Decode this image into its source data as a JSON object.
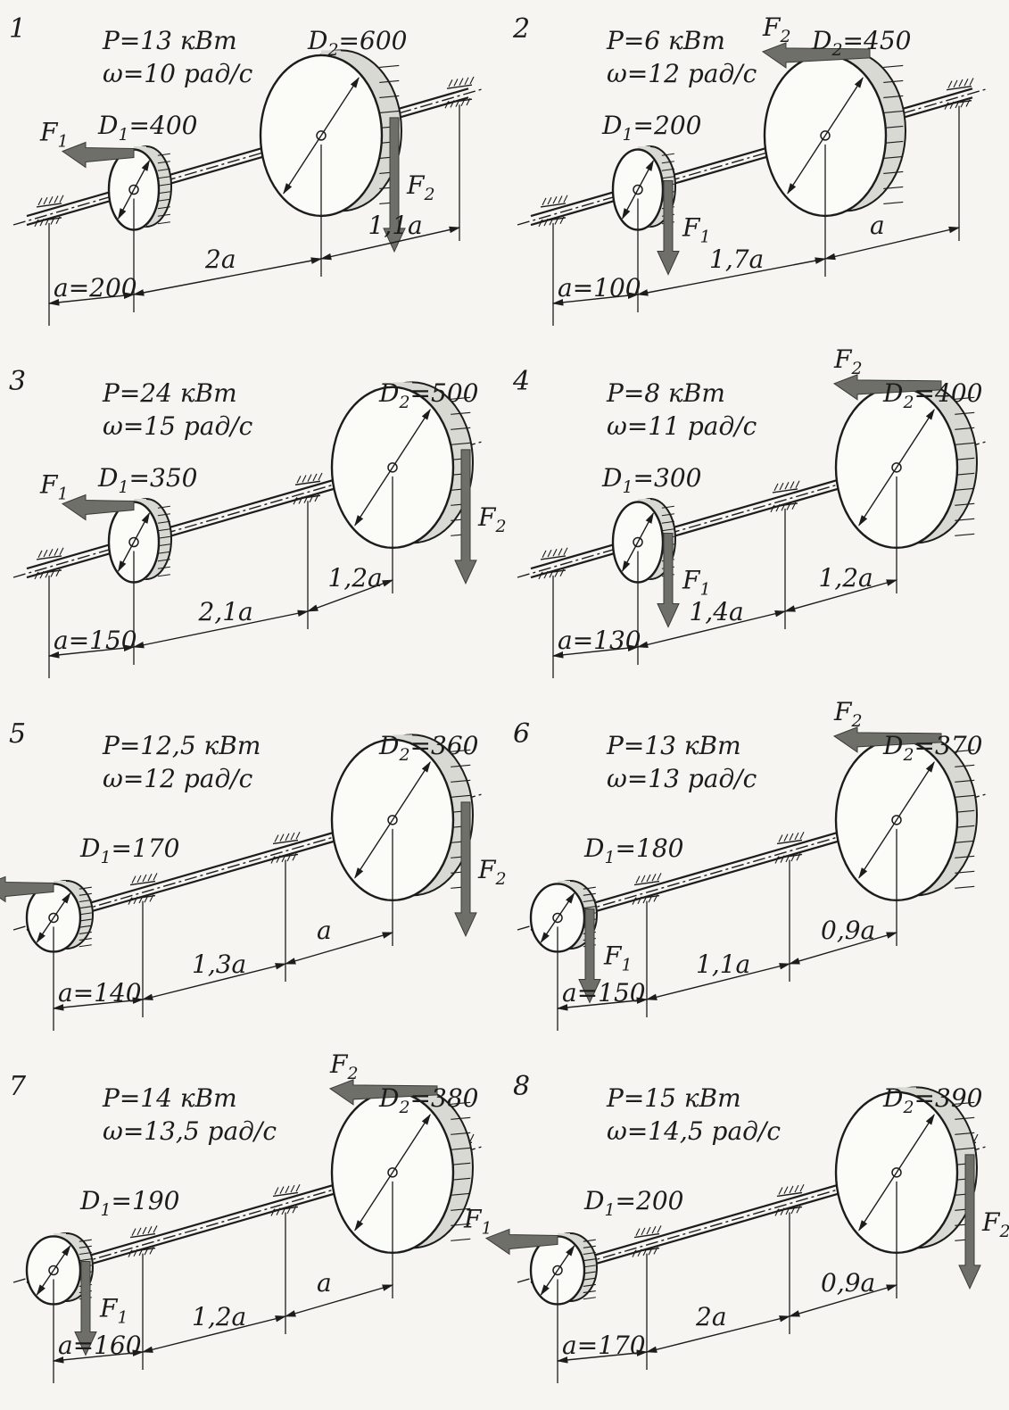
{
  "variants": [
    {
      "number": "1",
      "P": "P=13 кВт",
      "w": "ω=10 рад/с",
      "D1": "D",
      "D1sub": "1",
      "D1val": "=400",
      "D2": "D",
      "D2sub": "2",
      "D2val": "=600",
      "d1": "a=200",
      "d2": "2a",
      "d3": "1,1a"
    },
    {
      "number": "2",
      "P": "P=6 кВт",
      "w": "ω=12 рад/с",
      "D1": "D",
      "D1sub": "1",
      "D1val": "=200",
      "D2": "D",
      "D2sub": "2",
      "D2val": "=450",
      "d1": "a=100",
      "d2": "1,7a",
      "d3": "a"
    },
    {
      "number": "3",
      "P": "P=24 кВт",
      "w": "ω=15 рад/с",
      "D1": "D",
      "D1sub": "1",
      "D1val": "=350",
      "D2": "D",
      "D2sub": "2",
      "D2val": "=500",
      "d1": "a=150",
      "d2": "2,1a",
      "d3": "1,2a"
    },
    {
      "number": "4",
      "P": "P=8 кВт",
      "w": "ω=11 рад/с",
      "D1": "D",
      "D1sub": "1",
      "D1val": "=300",
      "D2": "D",
      "D2sub": "2",
      "D2val": "=400",
      "d1": "a=130",
      "d2": "1,4a",
      "d3": "1,2a"
    },
    {
      "number": "5",
      "P": "P=12,5 кВт",
      "w": "ω=12 рад/с",
      "D1": "D",
      "D1sub": "1",
      "D1val": "=170",
      "D2": "D",
      "D2sub": "2",
      "D2val": "=360",
      "d1": "a=140",
      "d2": "1,3a",
      "d3": "a"
    },
    {
      "number": "6",
      "P": "P=13 кВт",
      "w": "ω=13 рад/с",
      "D1": "D",
      "D1sub": "1",
      "D1val": "=180",
      "D2": "D",
      "D2sub": "2",
      "D2val": "=370",
      "d1": "a=150",
      "d2": "1,1a",
      "d3": "0,9a"
    },
    {
      "number": "7",
      "P": "P=14 кВт",
      "w": "ω=13,5 рад/с",
      "D1": "D",
      "D1sub": "1",
      "D1val": "=190",
      "D2": "D",
      "D2sub": "2",
      "D2val": "=380",
      "d1": "a=160",
      "d2": "1,2a",
      "d3": "a"
    },
    {
      "number": "8",
      "P": "P=15 кВт",
      "w": "ω=14,5 рад/с",
      "D1": "D",
      "D1sub": "1",
      "D1val": "=200",
      "D2": "D",
      "D2sub": "2",
      "D2val": "=390",
      "d1": "a=170",
      "d2": "2a",
      "d3": "0,9a"
    }
  ],
  "force_labels": {
    "f": "F",
    "s1": "1",
    "s2": "2"
  }
}
